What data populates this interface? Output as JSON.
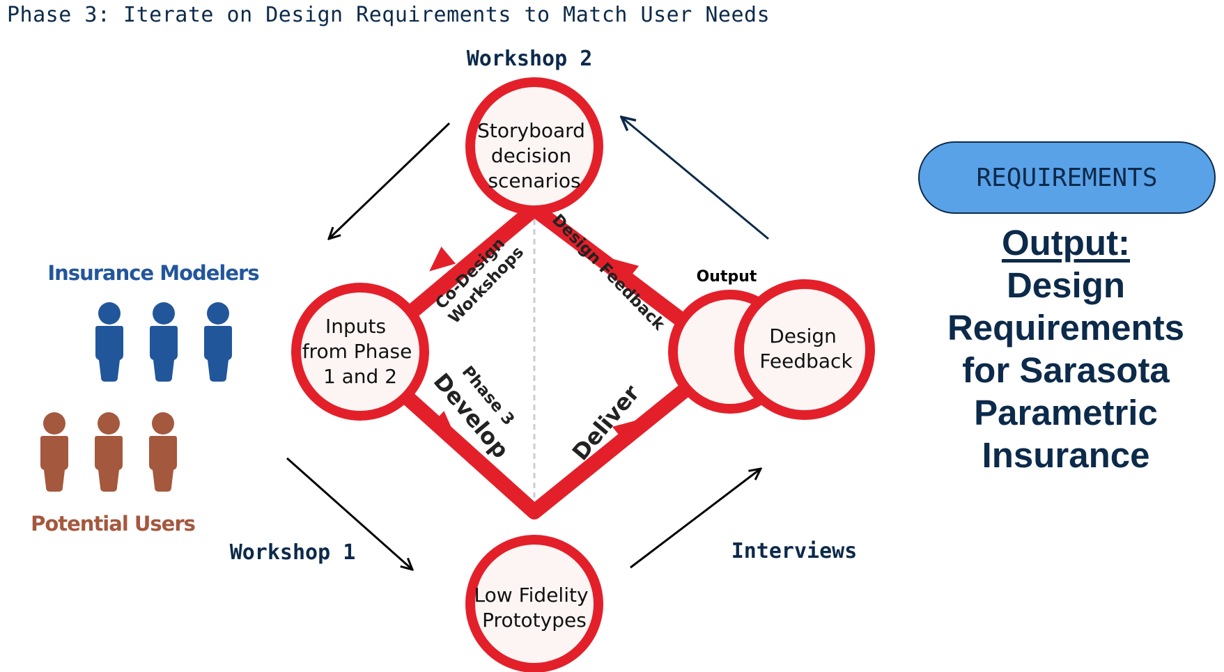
{
  "title": "Phase 3: Iterate on Design Requirements to Match User Needs",
  "stages": {
    "workshop2": "Workshop 2",
    "workshop1": "Workshop 1",
    "interviews": "Interviews"
  },
  "nodes": {
    "storyboard": [
      "Storyboard",
      "decision",
      "scenarios"
    ],
    "inputs": [
      "Inputs",
      "from Phase",
      "1 and 2"
    ],
    "prototypes": [
      "Low Fidelity",
      "Prototypes"
    ],
    "design_feedback": [
      "Design",
      "Feedback"
    ]
  },
  "edge_labels": {
    "codesign": [
      "Co-Design",
      "Workshops"
    ],
    "design_feedback": "Design Feedback",
    "phase3": "Phase 3",
    "develop": "Develop",
    "deliver": "Deliver",
    "output": "Output"
  },
  "groups": {
    "modelers": "Insurance Modelers",
    "users": "Potential Users"
  },
  "requirements_pill": "REQUIREMENTS",
  "output": {
    "heading": "Output:",
    "lines": [
      "Design",
      "Requirements",
      "for Sarasota",
      "Parametric",
      "Insurance"
    ]
  },
  "colors": {
    "red": "#e3202a",
    "navy": "#0c2a4a",
    "modelers_blue": "#22569b",
    "users_brown": "#a4583e",
    "pill_blue": "#5aa2e8",
    "node_fill": "#fcf5f4"
  },
  "icons": {
    "person": "person-icon",
    "arrow": "arrow-icon"
  }
}
